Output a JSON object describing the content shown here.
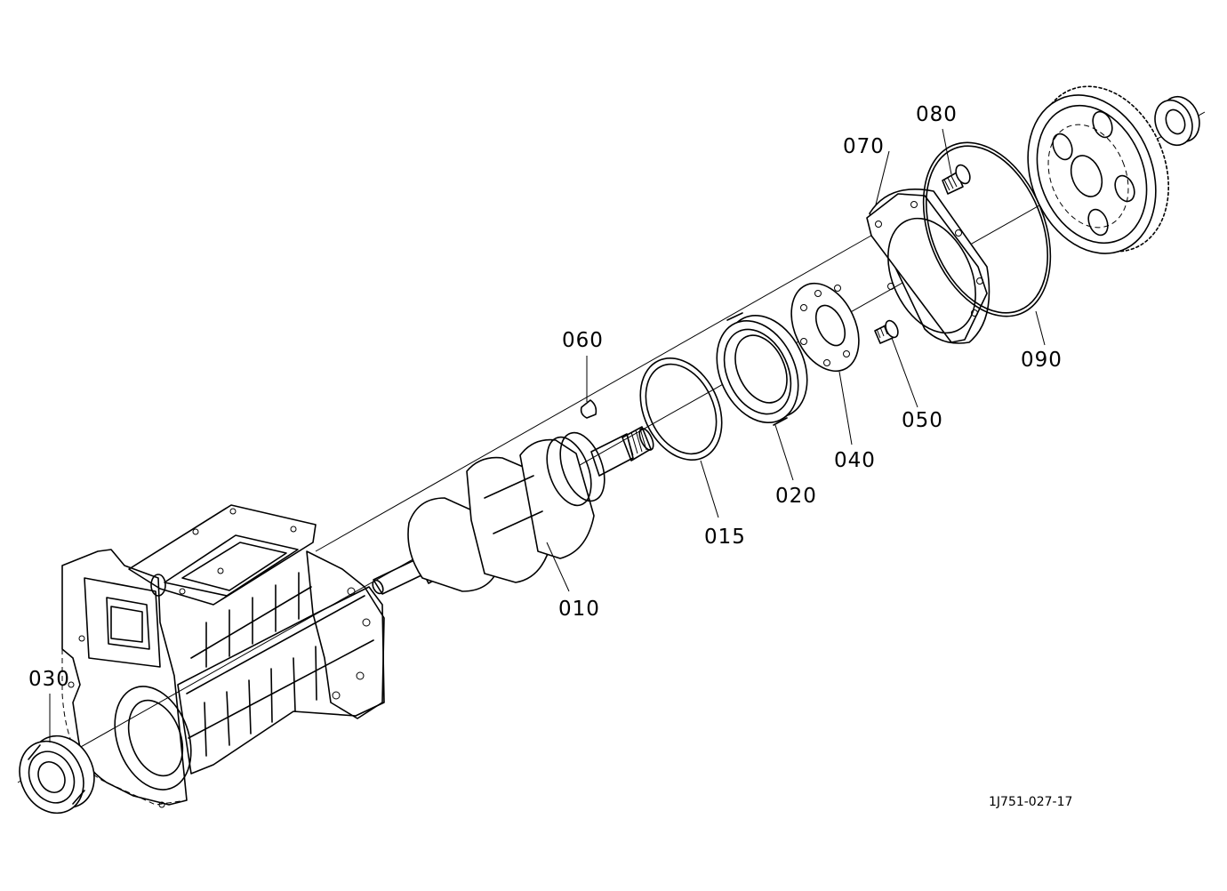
{
  "diagram": {
    "reference_code": "1J751-027-17",
    "parts": [
      {
        "id": "030",
        "label": "030",
        "icon": "bearing-icon"
      },
      {
        "id": "010",
        "label": "010",
        "icon": "crankshaft-icon"
      },
      {
        "id": "060",
        "label": "060",
        "icon": "key-icon"
      },
      {
        "id": "015",
        "label": "015",
        "icon": "ring-icon"
      },
      {
        "id": "020",
        "label": "020",
        "icon": "bearing-icon"
      },
      {
        "id": "040",
        "label": "040",
        "icon": "plate-icon"
      },
      {
        "id": "050",
        "label": "050",
        "icon": "screw-icon"
      },
      {
        "id": "070",
        "label": "070",
        "icon": "flange-plate-icon"
      },
      {
        "id": "080",
        "label": "080",
        "icon": "screw-icon"
      },
      {
        "id": "090",
        "label": "090",
        "icon": "o-ring-icon"
      },
      {
        "id": "gear",
        "label": "",
        "icon": "gear-icon"
      },
      {
        "id": "nut",
        "label": "",
        "icon": "nut-icon"
      },
      {
        "id": "case",
        "label": "",
        "icon": "gear-case-icon"
      }
    ]
  }
}
